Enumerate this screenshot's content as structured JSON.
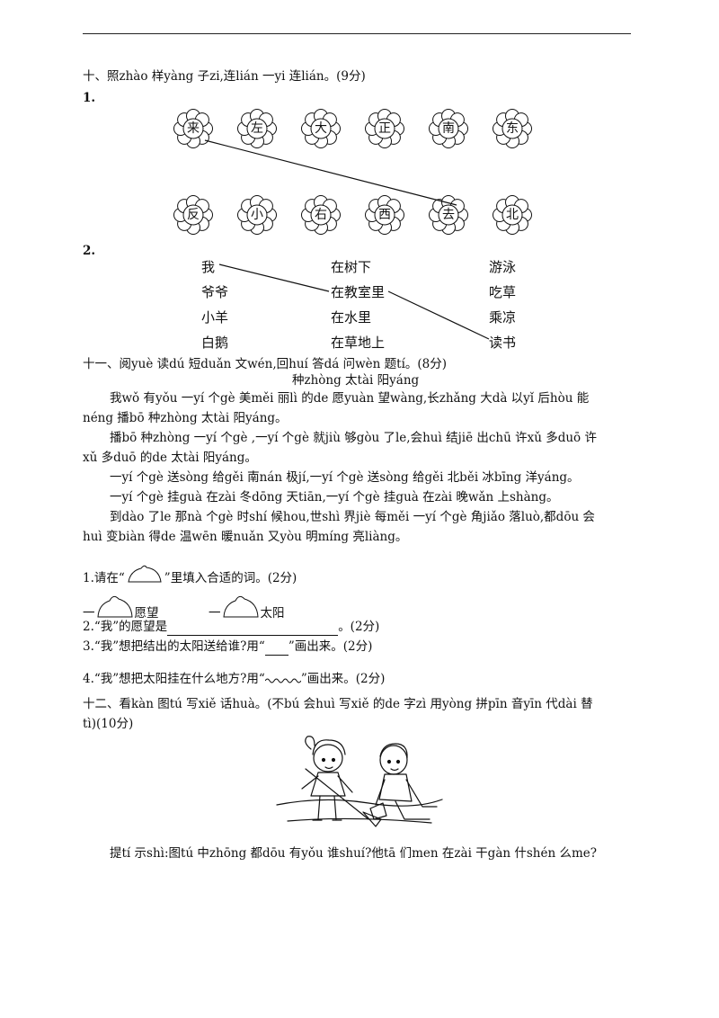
{
  "s10": {
    "title": "十、照zhào 样yàng 子zi,连lián 一yi 连lián。(9分)",
    "q1": "1.",
    "row1": [
      "来",
      "左",
      "大",
      "正",
      "南",
      "东"
    ],
    "row2": [
      "反",
      "小",
      "右",
      "西",
      "去",
      "北"
    ],
    "q2": "2.",
    "col1": [
      "我",
      "爷爷",
      "小羊",
      "白鹅"
    ],
    "col2": [
      "在树下",
      "在教室里",
      "在水里",
      "在草地上"
    ],
    "col3": [
      "游泳",
      "吃草",
      "乘凉",
      "读书"
    ]
  },
  "s11": {
    "title": "十一、阅yuè 读dú 短duǎn 文wén,回huí 答dá 问wèn 题tí。(8分)",
    "ptitle": "种zhòng 太tài 阳yáng",
    "lines": [
      "我wǒ 有yǒu 一yí 个gè 美měi 丽lì 的de 愿yuàn 望wàng,长zhǎng 大dà 以yǐ 后hòu 能",
      "néng 播bō 种zhòng 太tài 阳yáng。",
      "播bō 种zhòng 一yí 个gè ,一yí 个gè 就jiù 够gòu 了le,会huì 结jiē 出chū 许xǔ 多duō 许",
      "xǔ 多duō 的de 太tài 阳yáng。",
      "一yí 个gè 送sòng 给gěi 南nán 极jí,一yí 个gè 送sòng 给gěi 北běi 冰bīng 洋yáng。",
      "一yí 个gè 挂guà 在zài 冬dōng 天tiān,一yí 个gè 挂guà 在zài 晚wǎn 上shàng。",
      "到dào 了le 那nà 个gè 时shí 候hou,世shì 界jiè 每měi 一yí 个gè 角jiǎo 落luò,都dōu 会",
      "huì 变biàn 得de 温wēn 暖nuǎn 又yòu 明míng 亮liàng。"
    ],
    "q1a": "1.请在“",
    "q1b": "”里填入合适的词。(2分)",
    "q1c1": "一",
    "q1c1w": "愿望",
    "q1c2": "一",
    "q1c2w": "太阳",
    "q2a": "2.“我”的愿望是",
    "q2b": "。(2分)",
    "q3a": "3.“我”想把结出的太阳送给谁?用“",
    "q3b": "”画出来。(2分)",
    "q4a": "4.“我”想把太阳挂在什么地方?用“",
    "q4b": "”画出来。(2分)"
  },
  "s12": {
    "title1": "十二、看kàn 图tú 写xiě 话huà。(不bú 会huì 写xiě 的de 字zì 用yòng 拼pīn 音yīn 代dài 替",
    "title2": "tì)(10分)",
    "hint": "提tí 示shì:图tú 中zhōng 都dōu 有yǒu 谁shuí?他tā 们men 在zài 干gàn 什shén 么me?"
  }
}
